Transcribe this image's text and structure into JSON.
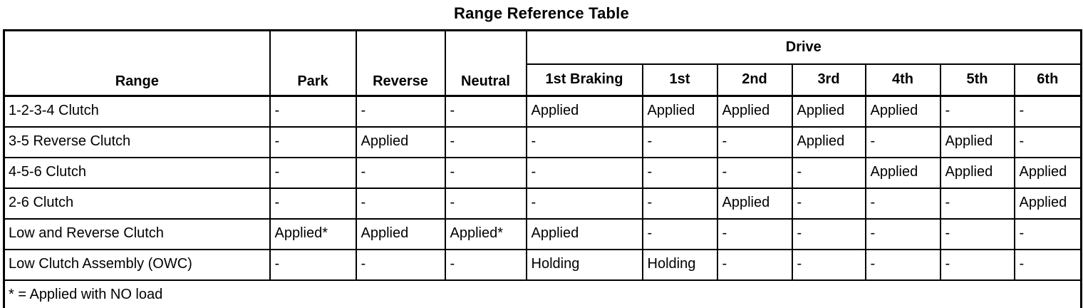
{
  "title": "Range Reference Table",
  "table": {
    "row_header": "Range",
    "static_columns": [
      "Park",
      "Reverse",
      "Neutral"
    ],
    "drive_group_label": "Drive",
    "drive_columns": [
      "1st Braking",
      "1st",
      "2nd",
      "3rd",
      "4th",
      "5th",
      "6th"
    ],
    "rows": [
      {
        "label": "1-2-3-4 Clutch",
        "values": [
          "-",
          "-",
          "-",
          "Applied",
          "Applied",
          "Applied",
          "Applied",
          "Applied",
          "-",
          "-"
        ]
      },
      {
        "label": "3-5 Reverse Clutch",
        "values": [
          "-",
          "Applied",
          "-",
          "-",
          "-",
          "-",
          "Applied",
          "-",
          "Applied",
          "-"
        ]
      },
      {
        "label": "4-5-6 Clutch",
        "values": [
          "-",
          "-",
          "-",
          "-",
          "-",
          "-",
          "-",
          "Applied",
          "Applied",
          "Applied"
        ]
      },
      {
        "label": "2-6 Clutch",
        "values": [
          "-",
          "-",
          "-",
          "-",
          "-",
          "Applied",
          "-",
          "-",
          "-",
          "Applied"
        ]
      },
      {
        "label": "Low and Reverse Clutch",
        "values": [
          "Applied*",
          "Applied",
          "Applied*",
          "Applied",
          "-",
          "-",
          "-",
          "-",
          "-",
          "-"
        ]
      },
      {
        "label": "Low Clutch Assembly (OWC)",
        "values": [
          "-",
          "-",
          "-",
          "Holding",
          "Holding",
          "-",
          "-",
          "-",
          "-",
          "-"
        ]
      }
    ],
    "footnote": "* = Applied with NO load",
    "colors": {
      "border": "#000000",
      "text": "#000000",
      "background": "#ffffff"
    }
  }
}
